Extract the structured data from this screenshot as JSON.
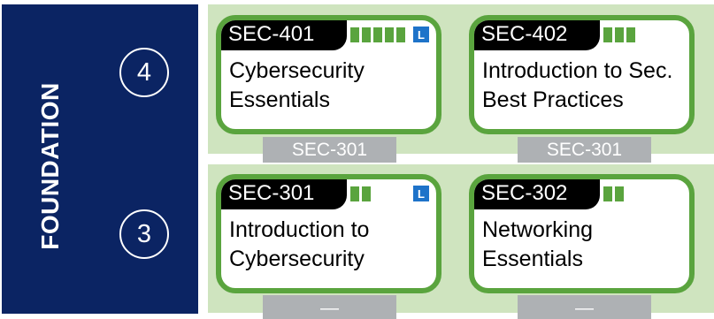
{
  "tier": {
    "label": "FOUNDATION"
  },
  "rows": [
    {
      "level": "4",
      "courses": [
        {
          "code": "SEC-401",
          "title_line1": "Cybersecurity",
          "title_line2": "Essentials",
          "credits": 5,
          "lab": "L",
          "prereq": "SEC-301"
        },
        {
          "code": "SEC-402",
          "title_line1": "Introduction to Sec.",
          "title_line2": "Best Practices",
          "credits": 3,
          "lab": "",
          "prereq": "SEC-301"
        }
      ]
    },
    {
      "level": "3",
      "courses": [
        {
          "code": "SEC-301",
          "title_line1": "Introduction to",
          "title_line2": "Cybersecurity",
          "credits": 2,
          "lab": "L",
          "prereq": "—"
        },
        {
          "code": "SEC-302",
          "title_line1": "Networking",
          "title_line2": "Essentials",
          "credits": 2,
          "lab": "",
          "prereq": "—"
        }
      ]
    }
  ],
  "colors": {
    "banner": "#0b2463",
    "band": "#cfe4bf",
    "card_border": "#5aa43e",
    "lab_badge": "#1e73c9",
    "prereq": "#aeb1b4"
  }
}
